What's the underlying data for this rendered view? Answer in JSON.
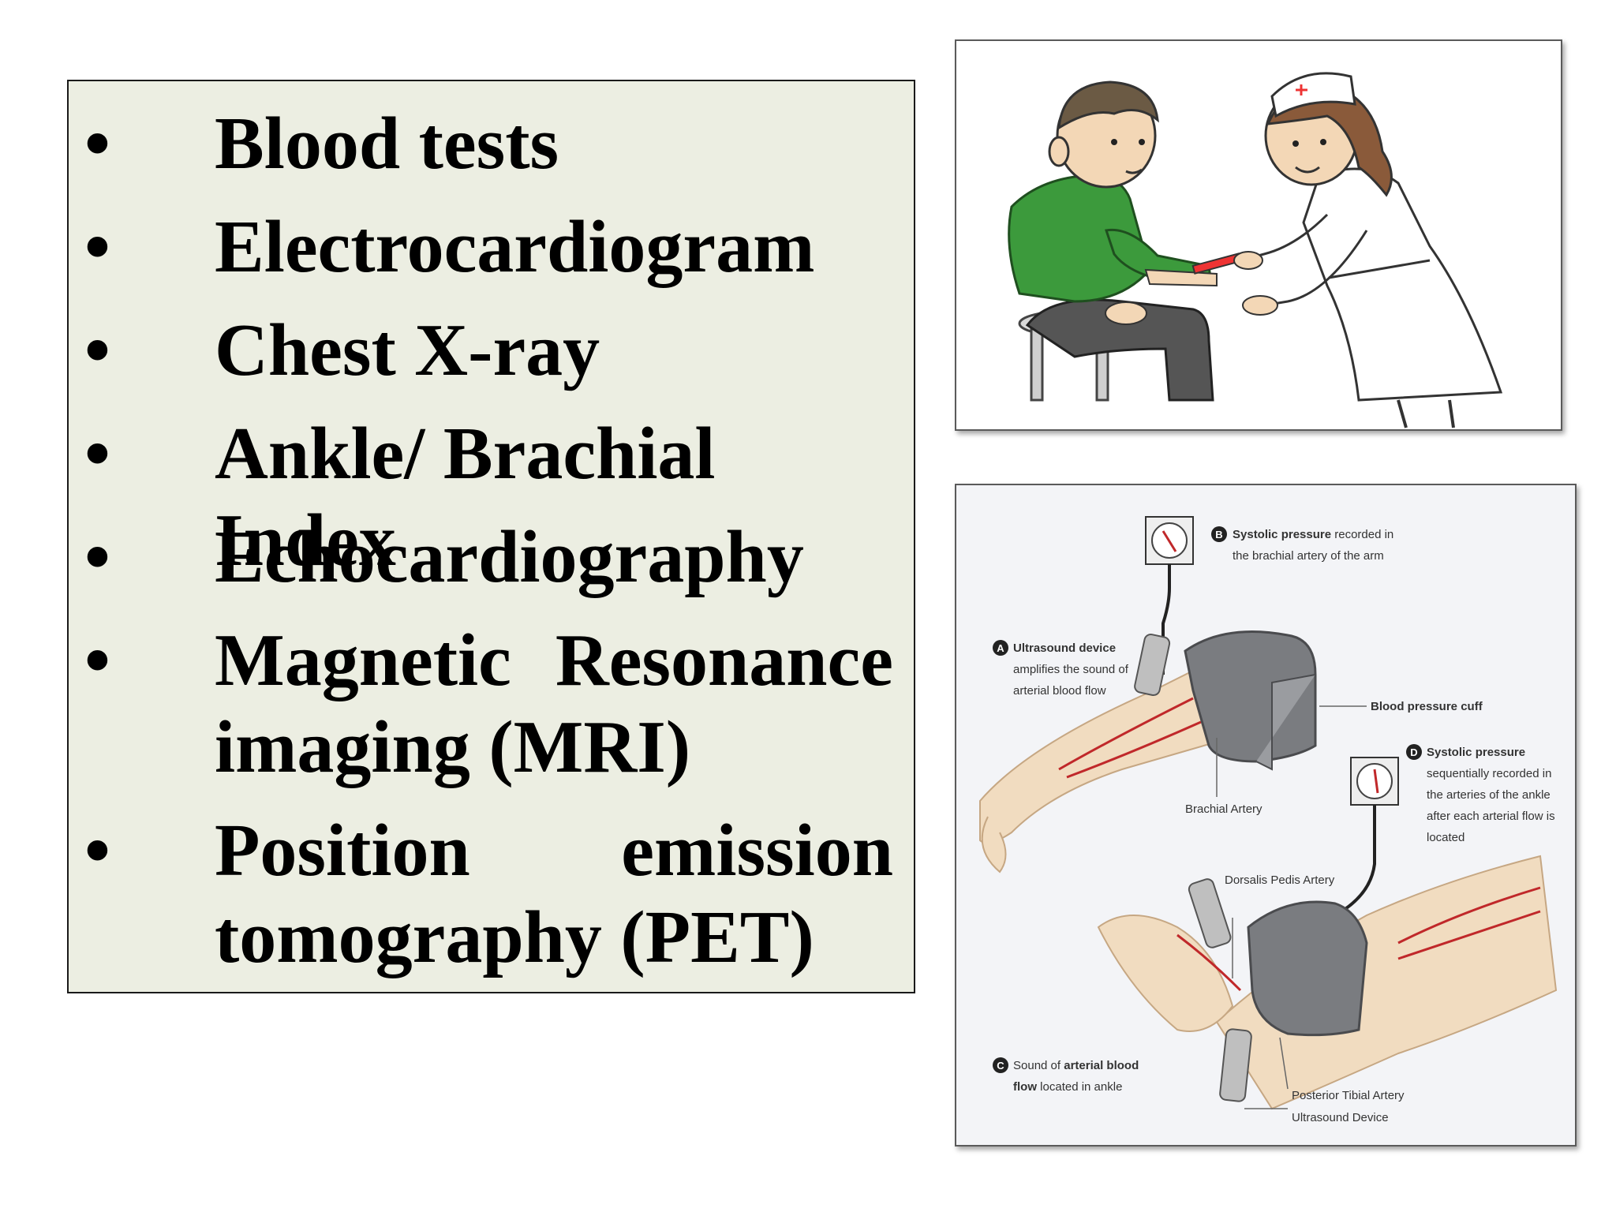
{
  "bullets": [
    {
      "text": "Blood tests"
    },
    {
      "text": "Electrocardiogram"
    },
    {
      "text": "Chest X-ray"
    },
    {
      "text": "Ankle/ Brachial Index"
    },
    {
      "text": "Echocardiography"
    },
    {
      "line1_a": "Magnetic",
      "line1_b": "Resonance",
      "line2": "imaging (MRI)"
    },
    {
      "line1_a": "Position",
      "line1_b": "emission",
      "line2": "tomography (PET)"
    }
  ],
  "bullet_glyph": "•",
  "diagram": {
    "marker_a": "A",
    "label_a_bold": "Ultrasound device",
    "label_a_1": "amplifies the sound of",
    "label_a_2": "arterial blood flow",
    "marker_b": "B",
    "label_b_bold": "Systolic pressure",
    "label_b_rest": "recorded in",
    "label_b_2": "the brachial artery of the arm",
    "marker_c": "C",
    "label_c_1": "Sound of",
    "label_c_bold": "arterial blood",
    "label_c_bold2": "flow",
    "label_c_2": "located in ankle",
    "marker_d": "D",
    "label_d_bold": "Systolic pressure",
    "label_d_1": "sequentially recorded in",
    "label_d_2": "the arteries of the ankle",
    "label_d_3": "after each arterial flow is",
    "label_d_4": "located",
    "cuff_label": "Blood pressure cuff",
    "brachial_artery": "Brachial Artery",
    "dorsalis_pedis": "Dorsalis Pedis Artery",
    "posterior_tibial": "Posterior Tibial Artery",
    "ultrasound_device": "Ultrasound Device"
  },
  "colors": {
    "box_bg": "#eceee2",
    "shirt": "#3c9a3c",
    "artery": "#c0282a",
    "cuff": "#7a7c80",
    "skin": "#f1dcc0"
  }
}
